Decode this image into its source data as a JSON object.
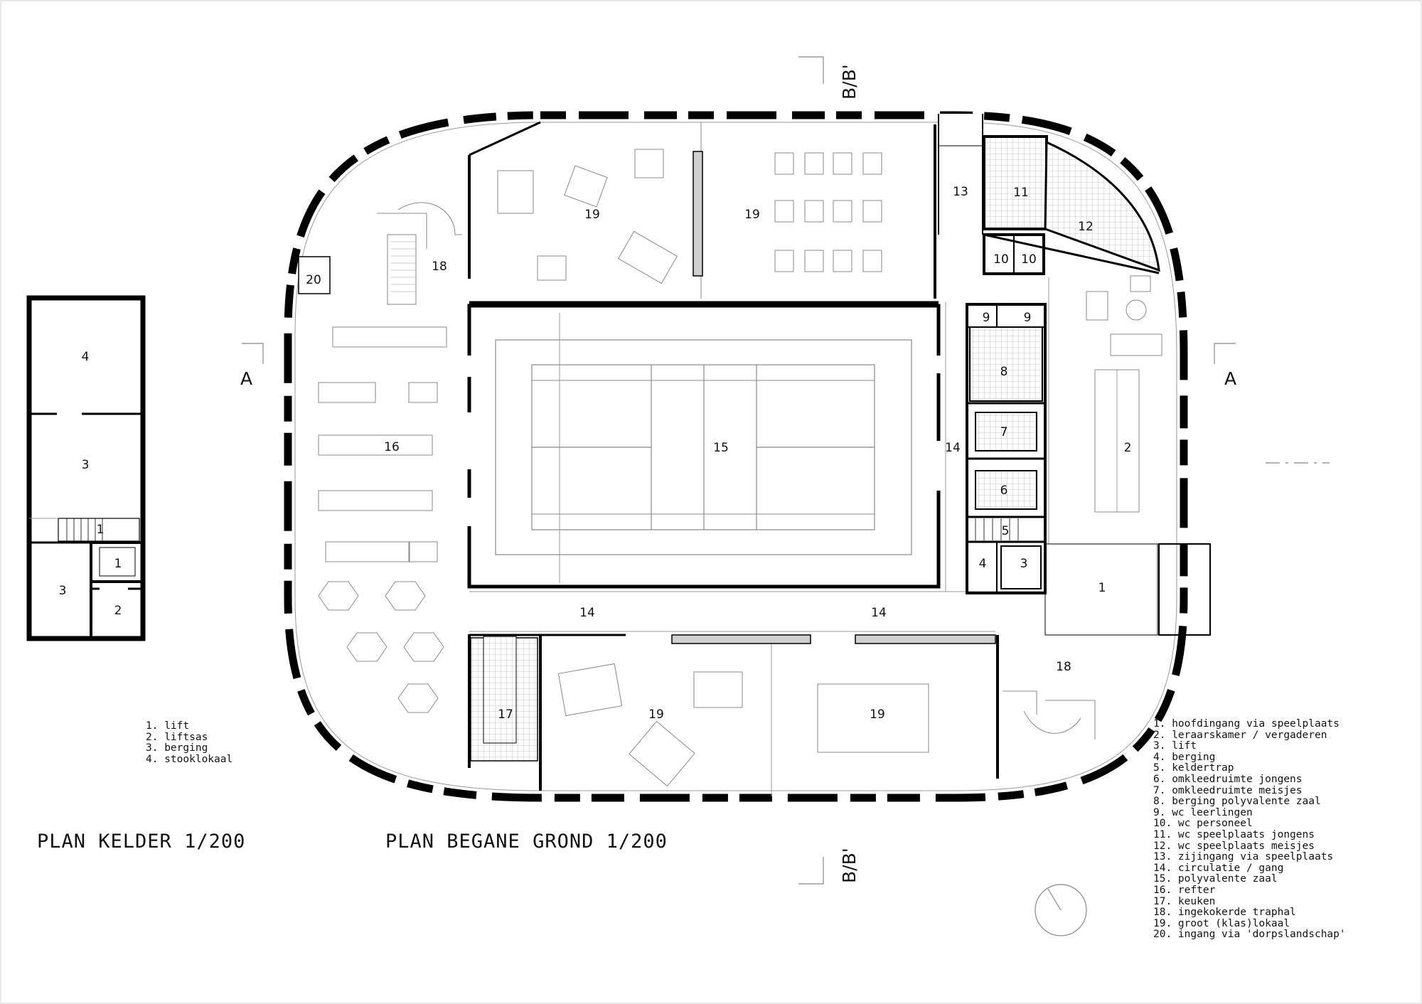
{
  "titles": {
    "basement": "PLAN KELDER 1/200",
    "ground": "PLAN BEGANE GROND 1/200"
  },
  "section_marks": {
    "a": "A",
    "b": "B/B'"
  },
  "basement": {
    "rooms": [
      {
        "number": "4"
      },
      {
        "number": "3"
      },
      {
        "number": "1"
      },
      {
        "number": "1"
      },
      {
        "number": "3"
      },
      {
        "number": "2"
      }
    ],
    "legend": [
      "1. lift",
      "2. liftsas",
      "3. berging",
      "4. stooklokaal"
    ]
  },
  "ground_floor": {
    "rooms": [
      {
        "number": "20"
      },
      {
        "number": "18"
      },
      {
        "number": "19"
      },
      {
        "number": "19"
      },
      {
        "number": "13"
      },
      {
        "number": "11"
      },
      {
        "number": "12"
      },
      {
        "number": "10"
      },
      {
        "number": "10"
      },
      {
        "number": "9"
      },
      {
        "number": "9"
      },
      {
        "number": "8"
      },
      {
        "number": "7"
      },
      {
        "number": "6"
      },
      {
        "number": "5"
      },
      {
        "number": "4"
      },
      {
        "number": "3"
      },
      {
        "number": "2"
      },
      {
        "number": "1"
      },
      {
        "number": "16"
      },
      {
        "number": "15"
      },
      {
        "number": "14"
      },
      {
        "number": "14"
      },
      {
        "number": "14"
      },
      {
        "number": "17"
      },
      {
        "number": "19"
      },
      {
        "number": "19"
      },
      {
        "number": "18"
      }
    ],
    "legend": [
      "1. hoofdingang via speelplaats",
      "2. leraarskamer / vergaderen",
      "3. lift",
      "4. berging",
      "5. keldertrap",
      "6. omkleedruimte jongens",
      "7. omkleedruimte meisjes",
      "8. berging polyvalente zaal",
      "9. wc leerlingen",
      "10. wc personeel",
      "11. wc speelplaats jongens",
      "12. wc speelplaats meisjes",
      "13. zijingang via speelplaats",
      "14. circulatie / gang",
      "15. polyvalente zaal",
      "16. refter",
      "17. keuken",
      "18. ingekokerde traphal",
      "19. groot (klas)lokaal",
      "20. ingang via 'dorpslandschap'"
    ]
  },
  "colors": {
    "wall": "#000000",
    "line": "#8a8a8a",
    "tile": "#b8b8b8",
    "background": "#ffffff"
  }
}
